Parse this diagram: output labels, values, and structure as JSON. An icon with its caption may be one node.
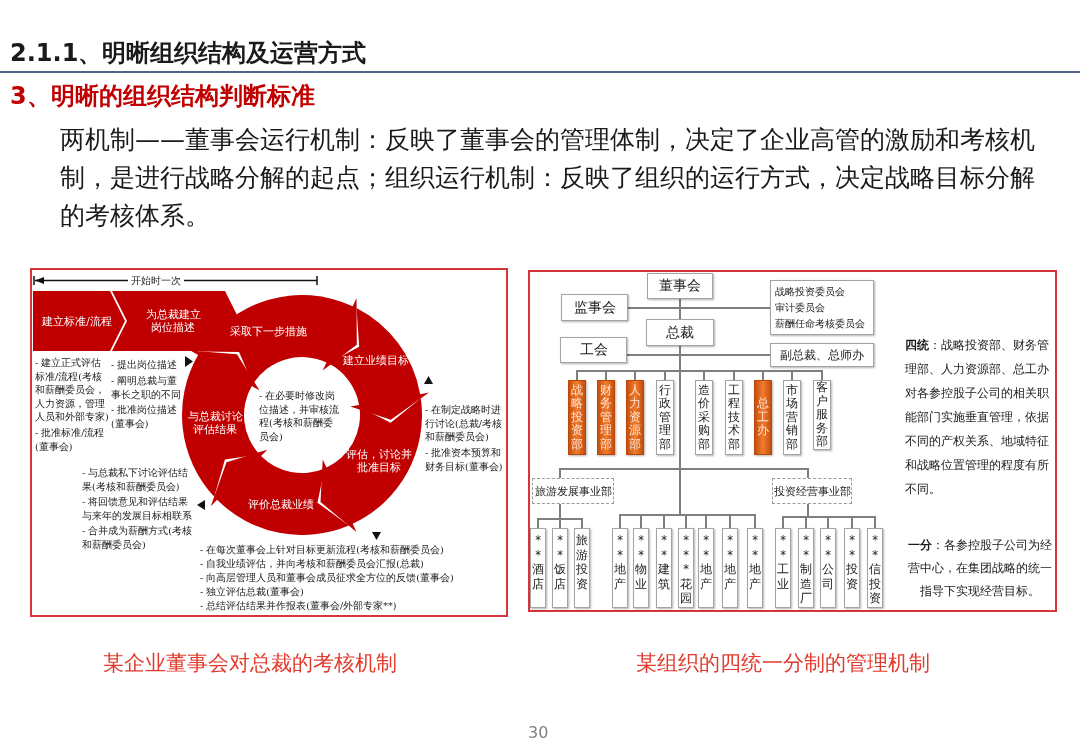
{
  "diagram": {
    "title": "2.1.1、明晰组织结构及运营方式",
    "nodes": [
      {
        "text": [],
        "shape": "box",
        "beside": [
          "某企业董事会对总裁的考核机制"
        ]
      },
      {
        "text": [
          "建立标准/流程"
        ],
        "in": 0
      },
      {
        "text": [
          "为总裁建立岗位描述"
        ],
        "in": 0
      },
      {
        "text": [
          "采取下一步措施"
        ],
        "in": 0
      },
      {
        "text": [
          "建立业绩目标"
        ],
        "in": 0
      },
      {
        "text": [
          "评估，讨论并批准目标"
        ],
        "in": 0
      },
      {
        "text": [
          "评价总裁业绩"
        ],
        "in": 0
      },
      {
        "text": [
          "与总裁讨论评估结果"
        ],
        "in": 0
      },
      {
        "text": [],
        "shape": "box",
        "beside": [
          "某组织的四统一分制的管理机制"
        ]
      },
      {
        "text": [
          "董事会"
        ],
        "in": 8
      },
      {
        "text": [
          "战略投资委员会",
          "审计委员会",
          "薪酬任命考核委员会"
        ],
        "in": 8
      },
      {
        "text": [
          "监事会"
        ],
        "in": 8
      },
      {
        "text": [
          "总裁"
        ],
        "in": 8
      },
      {
        "text": [
          "工会"
        ],
        "in": 8
      },
      {
        "text": [
          "副总裁、总师办"
        ],
        "in": 8
      },
      {
        "text": [
          "战略投资部"
        ],
        "in": 8
      },
      {
        "text": [
          "财务管理部"
        ],
        "in": 8
      },
      {
        "text": [
          "人力资源部"
        ],
        "in": 8
      },
      {
        "text": [
          "行政管理部"
        ],
        "in": 8
      },
      {
        "text": [
          "造价采购部"
        ],
        "in": 8
      },
      {
        "text": [
          "工程技术部"
        ],
        "in": 8
      },
      {
        "text": [
          "总工办"
        ],
        "in": 8
      },
      {
        "text": [
          "市场营销部"
        ],
        "in": 8
      },
      {
        "text": [
          "客户服务部"
        ],
        "in": 8
      },
      {
        "text": [
          "旅游发展事业部"
        ],
        "in": 8
      },
      {
        "text": [
          "投资经营事业部"
        ],
        "in": 8
      },
      {
        "text": [
          "**酒店"
        ],
        "in": 8
      },
      {
        "text": [
          "**饭店"
        ],
        "in": 8
      },
      {
        "text": [
          "旅游投资"
        ],
        "in": 8
      },
      {
        "text": [
          "**地产"
        ],
        "in": 8
      },
      {
        "text": [
          "**物业"
        ],
        "in": 8
      },
      {
        "text": [
          "**建筑"
        ],
        "in": 8
      },
      {
        "text": [
          "***花园"
        ],
        "in": 8
      },
      {
        "text": [
          "**地产"
        ],
        "in": 8
      },
      {
        "text": [
          "**地产"
        ],
        "in": 8
      },
      {
        "text": [
          "**地产"
        ],
        "in": 8
      },
      {
        "text": [
          "**工业"
        ],
        "in": 8
      },
      {
        "text": [
          "**制造厂"
        ],
        "in": 8
      },
      {
        "text": [
          "**公司"
        ],
        "in": 8
      },
      {
        "text": [
          "**投资"
        ],
        "in": 8
      },
      {
        "text": [
          "**信投资"
        ],
        "in": 8
      }
    ],
    "edges": [
      {
        "from": 9,
        "to": 12,
        "arrow": "none"
      },
      {
        "from": 9,
        "to": 11,
        "arrow": "none"
      },
      {
        "from": 9,
        "to": 10,
        "arrow": "none"
      },
      {
        "from": 12,
        "to": 13,
        "arrow": "none"
      },
      {
        "from": 12,
        "to": 14,
        "arrow": "none"
      },
      {
        "from": 12,
        "to": 15,
        "arrow": "none"
      },
      {
        "from": 12,
        "to": 16,
        "arrow": "none"
      },
      {
        "from": 12,
        "to": 17,
        "arrow": "none"
      },
      {
        "from": 12,
        "to": 18,
        "arrow": "none"
      },
      {
        "from": 12,
        "to": 19,
        "arrow": "none"
      },
      {
        "from": 12,
        "to": 20,
        "arrow": "none"
      },
      {
        "from": 12,
        "to": 21,
        "arrow": "none"
      },
      {
        "from": 12,
        "to": 22,
        "arrow": "none"
      },
      {
        "from": 12,
        "to": 23,
        "arrow": "none"
      },
      {
        "from": 12,
        "to": 24,
        "arrow": "none"
      },
      {
        "from": 12,
        "to": 25,
        "arrow": "none"
      },
      {
        "from": 12,
        "to": 29,
        "arrow": "none"
      },
      {
        "from": 12,
        "to": 30,
        "arrow": "none"
      },
      {
        "from": 12,
        "to": 31,
        "arrow": "none"
      },
      {
        "from": 12,
        "to": 32,
        "arrow": "none"
      },
      {
        "from": 12,
        "to": 33,
        "arrow": "none"
      },
      {
        "from": 12,
        "to": 34,
        "arrow": "none"
      },
      {
        "from": 12,
        "to": 35,
        "arrow": "none"
      },
      {
        "from": 24,
        "to": 26,
        "arrow": "none"
      },
      {
        "from": 24,
        "to": 27,
        "arrow": "none"
      },
      {
        "from": 24,
        "to": 28,
        "arrow": "none"
      },
      {
        "from": 25,
        "to": 36,
        "arrow": "none"
      },
      {
        "from": 25,
        "to": 37,
        "arrow": "none"
      },
      {
        "from": 25,
        "to": 38,
        "arrow": "none"
      },
      {
        "from": 25,
        "to": 39,
        "arrow": "none"
      },
      {
        "from": 25,
        "to": 40,
        "arrow": "none"
      }
    ],
    "labels": [
      "3、明晰的组织结构判断标准",
      "两机制——董事会运行机制：反映了董事会的管理体制，决定了企业高管的激励和考核机制，是进行战略分解的起点；组织运行机制：反映了组织的运行方式，决定战略目标分解的考核体系。",
      "开始时一次",
      "- 建立正式评估标准/流程(考核和薪酬委员会，人力资源，管理人员和外部专家)",
      "- 批准标准/流程(董事会)",
      "- 提出岗位描述",
      "- 阐明总裁与董事长之职的不同",
      "- 批准岗位描述(董事会)",
      "- 在必要时修改岗位描述，并审核流程(考核和薪酬委员会)",
      "- 在制定战略时进行讨论(总裁/考核和薪酬委员会)",
      "- 批准资本预算和财务目标(董事会)",
      "- 与总裁私下讨论评估结果(考核和薪酬委员会)",
      "- 将回馈意见和评估结果与来年的发展目标相联系",
      "- 合并成为薪酬方式(考核和薪酬委员会)",
      "- 在每次董事会上针对目标更新流程(考核和薪酬委员会)",
      "- 自我业绩评估，并向考核和薪酬委员会汇报(总裁)",
      "- 向高层管理人员和董事会成员征求全方位的反馈(董事会)",
      "- 独立评估总裁(董事会)",
      "- 总结评估结果并作报表(董事会/外部专家**)",
      "**四统**：战略投资部、财务管理部、人力资源部、总工办对各参控股子公司的相关职能部门实施垂直管理，依据不同的产权关系、地域特征和战略位置管理的程度有所不同。",
      "**一分**：各参控股子公司为经营中心，在集团战略的统一指导下实现经营目标。",
      "30"
    ]
  }
}
